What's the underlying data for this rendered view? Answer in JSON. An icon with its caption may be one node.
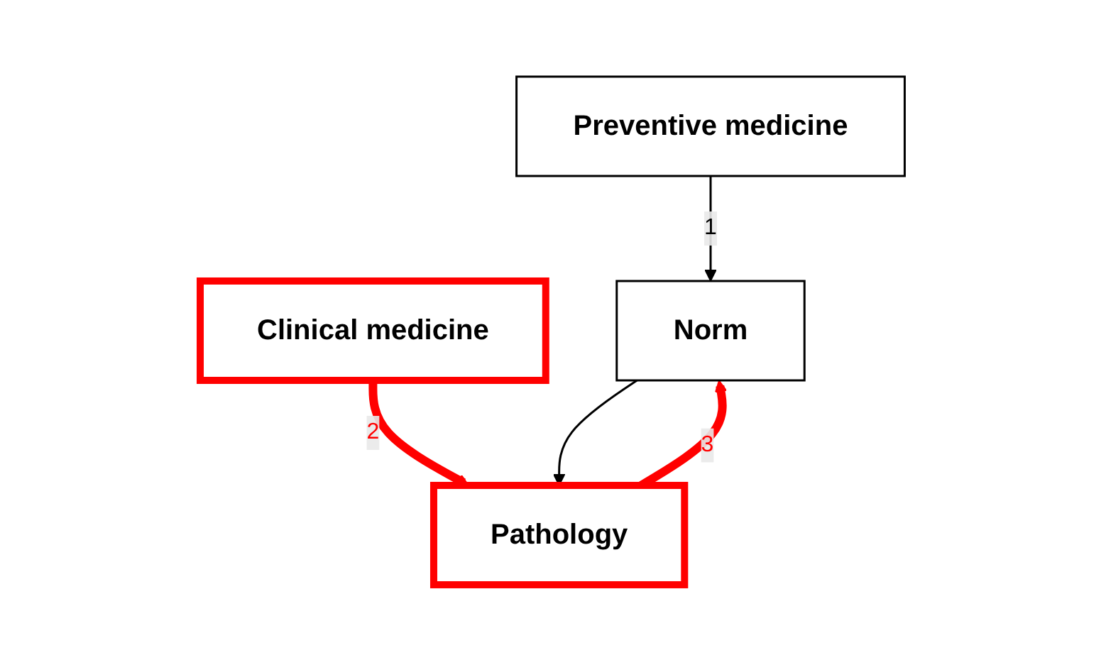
{
  "diagram": {
    "nodes": [
      {
        "text": [
          "Preventive medicine"
        ]
      },
      {
        "text": [
          "Clinical medicine"
        ]
      },
      {
        "text": [
          "Norm"
        ]
      },
      {
        "text": [
          "Pathology"
        ]
      }
    ],
    "edges": [
      {
        "from": 0,
        "to": 2,
        "arrow": "to",
        "label": "1"
      },
      {
        "from": 1,
        "to": 3,
        "arrow": "to",
        "label": "2",
        "style": "thick",
        "color": "#ff0000"
      },
      {
        "from": 2,
        "to": 3,
        "arrow": "to"
      },
      {
        "from": 3,
        "to": 2,
        "arrow": "to",
        "label": "3",
        "style": "thick",
        "color": "#ff0000"
      }
    ]
  }
}
